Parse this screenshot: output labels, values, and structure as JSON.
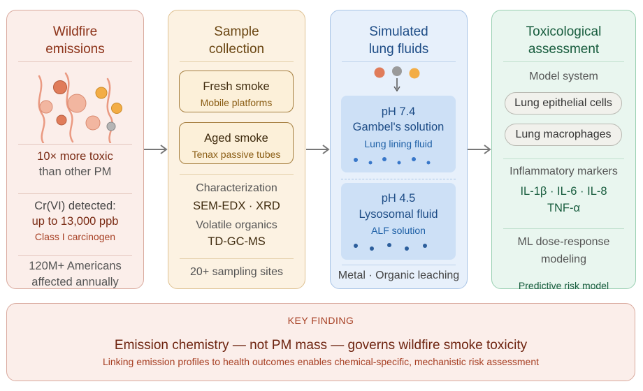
{
  "panels": {
    "emissions": {
      "title_line1": "Wildfire",
      "title_line2": "emissions",
      "toxic_line1": "10× more toxic",
      "toxic_line2": "than other PM",
      "cr_line1": "Cr(VI) detected:",
      "cr_line2": "up to 13,000 ppb",
      "cr_line3": "Class I carcinogen",
      "affected_line1": "120M+ Americans",
      "affected_line2": "affected annually"
    },
    "collection": {
      "title_line1": "Sample",
      "title_line2": "collection",
      "fresh_title": "Fresh smoke",
      "fresh_sub": "Mobile platforms",
      "aged_title": "Aged smoke",
      "aged_sub": "Tenax passive tubes",
      "char_label": "Characterization",
      "char_methods": "SEM-EDX · XRD",
      "volatile_label": "Volatile organics",
      "volatile_method": "TD-GC-MS",
      "sites": "20+ sampling sites"
    },
    "fluids": {
      "title_line1": "Simulated",
      "title_line2": "lung fluids",
      "gambel_ph": "pH 7.4",
      "gambel_name": "Gambel's solution",
      "gambel_desc": "Lung lining fluid",
      "alf_ph": "pH 4.5",
      "alf_name": "Lysosomal fluid",
      "alf_desc": "ALF solution",
      "leaching": "Metal · Organic leaching"
    },
    "tox": {
      "title_line1": "Toxicological",
      "title_line2": "assessment",
      "model_label": "Model system",
      "cells": "Lung epithelial cells",
      "macrophages": "Lung macrophages",
      "markers_label": "Inflammatory markers",
      "markers_line1": "IL-1β · IL-6 · IL-8",
      "markers_line2": "TNF-α",
      "ml_line1": "ML dose-response",
      "ml_line2": "modeling",
      "risk": "Predictive risk model"
    }
  },
  "key_finding": {
    "label": "KEY FINDING",
    "headline": "Emission chemistry — not PM mass — governs wildfire smoke toxicity",
    "subline": "Linking emission profiles to health outcomes enables chemical-specific, mechanistic risk assessment"
  },
  "colors": {
    "emissions_accent": "#8c3218",
    "collection_accent": "#6a4612",
    "fluids_accent": "#1d4c86",
    "tox_accent": "#175c3d",
    "particle_red": "#e07c5a",
    "particle_grey": "#9a9a9a",
    "particle_orange": "#f3ad45"
  }
}
